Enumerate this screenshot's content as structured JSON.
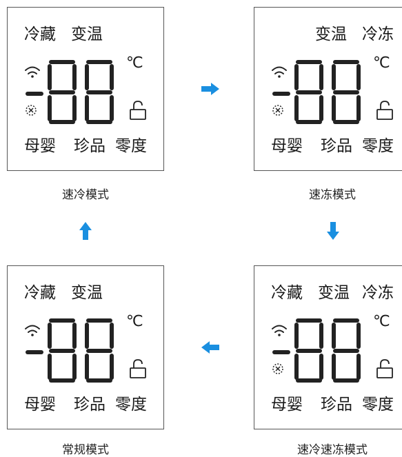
{
  "panels": [
    {
      "name": "quick-cool-mode",
      "top_labels": [
        "冷藏",
        "变温"
      ],
      "bottom_labels": [
        "母婴",
        "珍品",
        "零度"
      ],
      "unit": "℃",
      "caption": "速冷模式",
      "icons": [
        "wifi-icon",
        "fan-icon",
        "lock-icon"
      ]
    },
    {
      "name": "quick-freeze-mode",
      "top_labels": [
        "变温",
        "冷冻"
      ],
      "bottom_labels": [
        "母婴",
        "珍品",
        "零度"
      ],
      "unit": "℃",
      "caption": "速冻模式",
      "icons": [
        "wifi-icon",
        "fan-icon",
        "lock-icon"
      ]
    },
    {
      "name": "normal-mode",
      "top_labels": [
        "冷藏",
        "变温"
      ],
      "bottom_labels": [
        "母婴",
        "珍品",
        "零度"
      ],
      "unit": "℃",
      "caption": "常规模式",
      "icons": [
        "wifi-icon",
        "lock-icon"
      ]
    },
    {
      "name": "quick-cool-quick-freeze-mode",
      "top_labels": [
        "冷藏",
        "变温",
        "冷冻"
      ],
      "bottom_labels": [
        "母婴",
        "珍品",
        "零度"
      ],
      "unit": "℃",
      "caption": "速冷速冻模式",
      "icons": [
        "wifi-icon",
        "fan-icon",
        "lock-icon"
      ]
    }
  ],
  "arrows": [
    "arrow-right-icon",
    "arrow-down-icon",
    "arrow-left-icon",
    "arrow-up-icon"
  ],
  "colors": {
    "arrow": "#1a8fe0",
    "segment": "#222222",
    "border": "#555555"
  }
}
